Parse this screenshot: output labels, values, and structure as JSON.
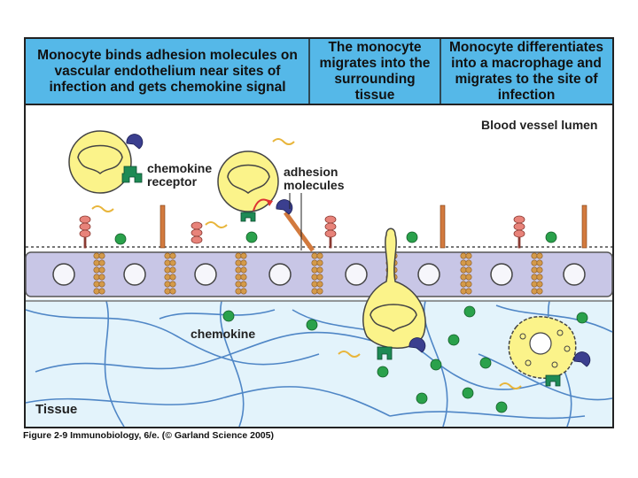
{
  "panels": [
    {
      "header": "Monocyte binds adhesion molecules on vascular endothelium near sites of infection and gets chemokine signal"
    },
    {
      "header": "The monocyte migrates into the surrounding tissue"
    },
    {
      "header": "Monocyte differentiates into a macrophage and migrates to the site of infection"
    }
  ],
  "labels": {
    "blood_vessel_lumen": "Blood vessel lumen",
    "chemokine_receptor": "chemokine receptor",
    "adhesion_molecules": "adhesion molecules",
    "chemokine": "chemokine",
    "tissue": "Tissue"
  },
  "caption": {
    "figure_number": "Figure 2-9",
    "book": "Immunobiology, 6/e.",
    "copyright": "(© Garland Science 2005)"
  },
  "colors": {
    "header_bg": "#55b8e8",
    "tissue_bg": "#e3f3fb",
    "endothelium": "#c8c6e6",
    "monocyte": "#fbf38a",
    "chemokine": "#2aa14b",
    "receptor": "#1e8a55",
    "adhesion": "#3b3f8f",
    "selectin": "#e07a66",
    "fiber": "#4f86c6"
  }
}
